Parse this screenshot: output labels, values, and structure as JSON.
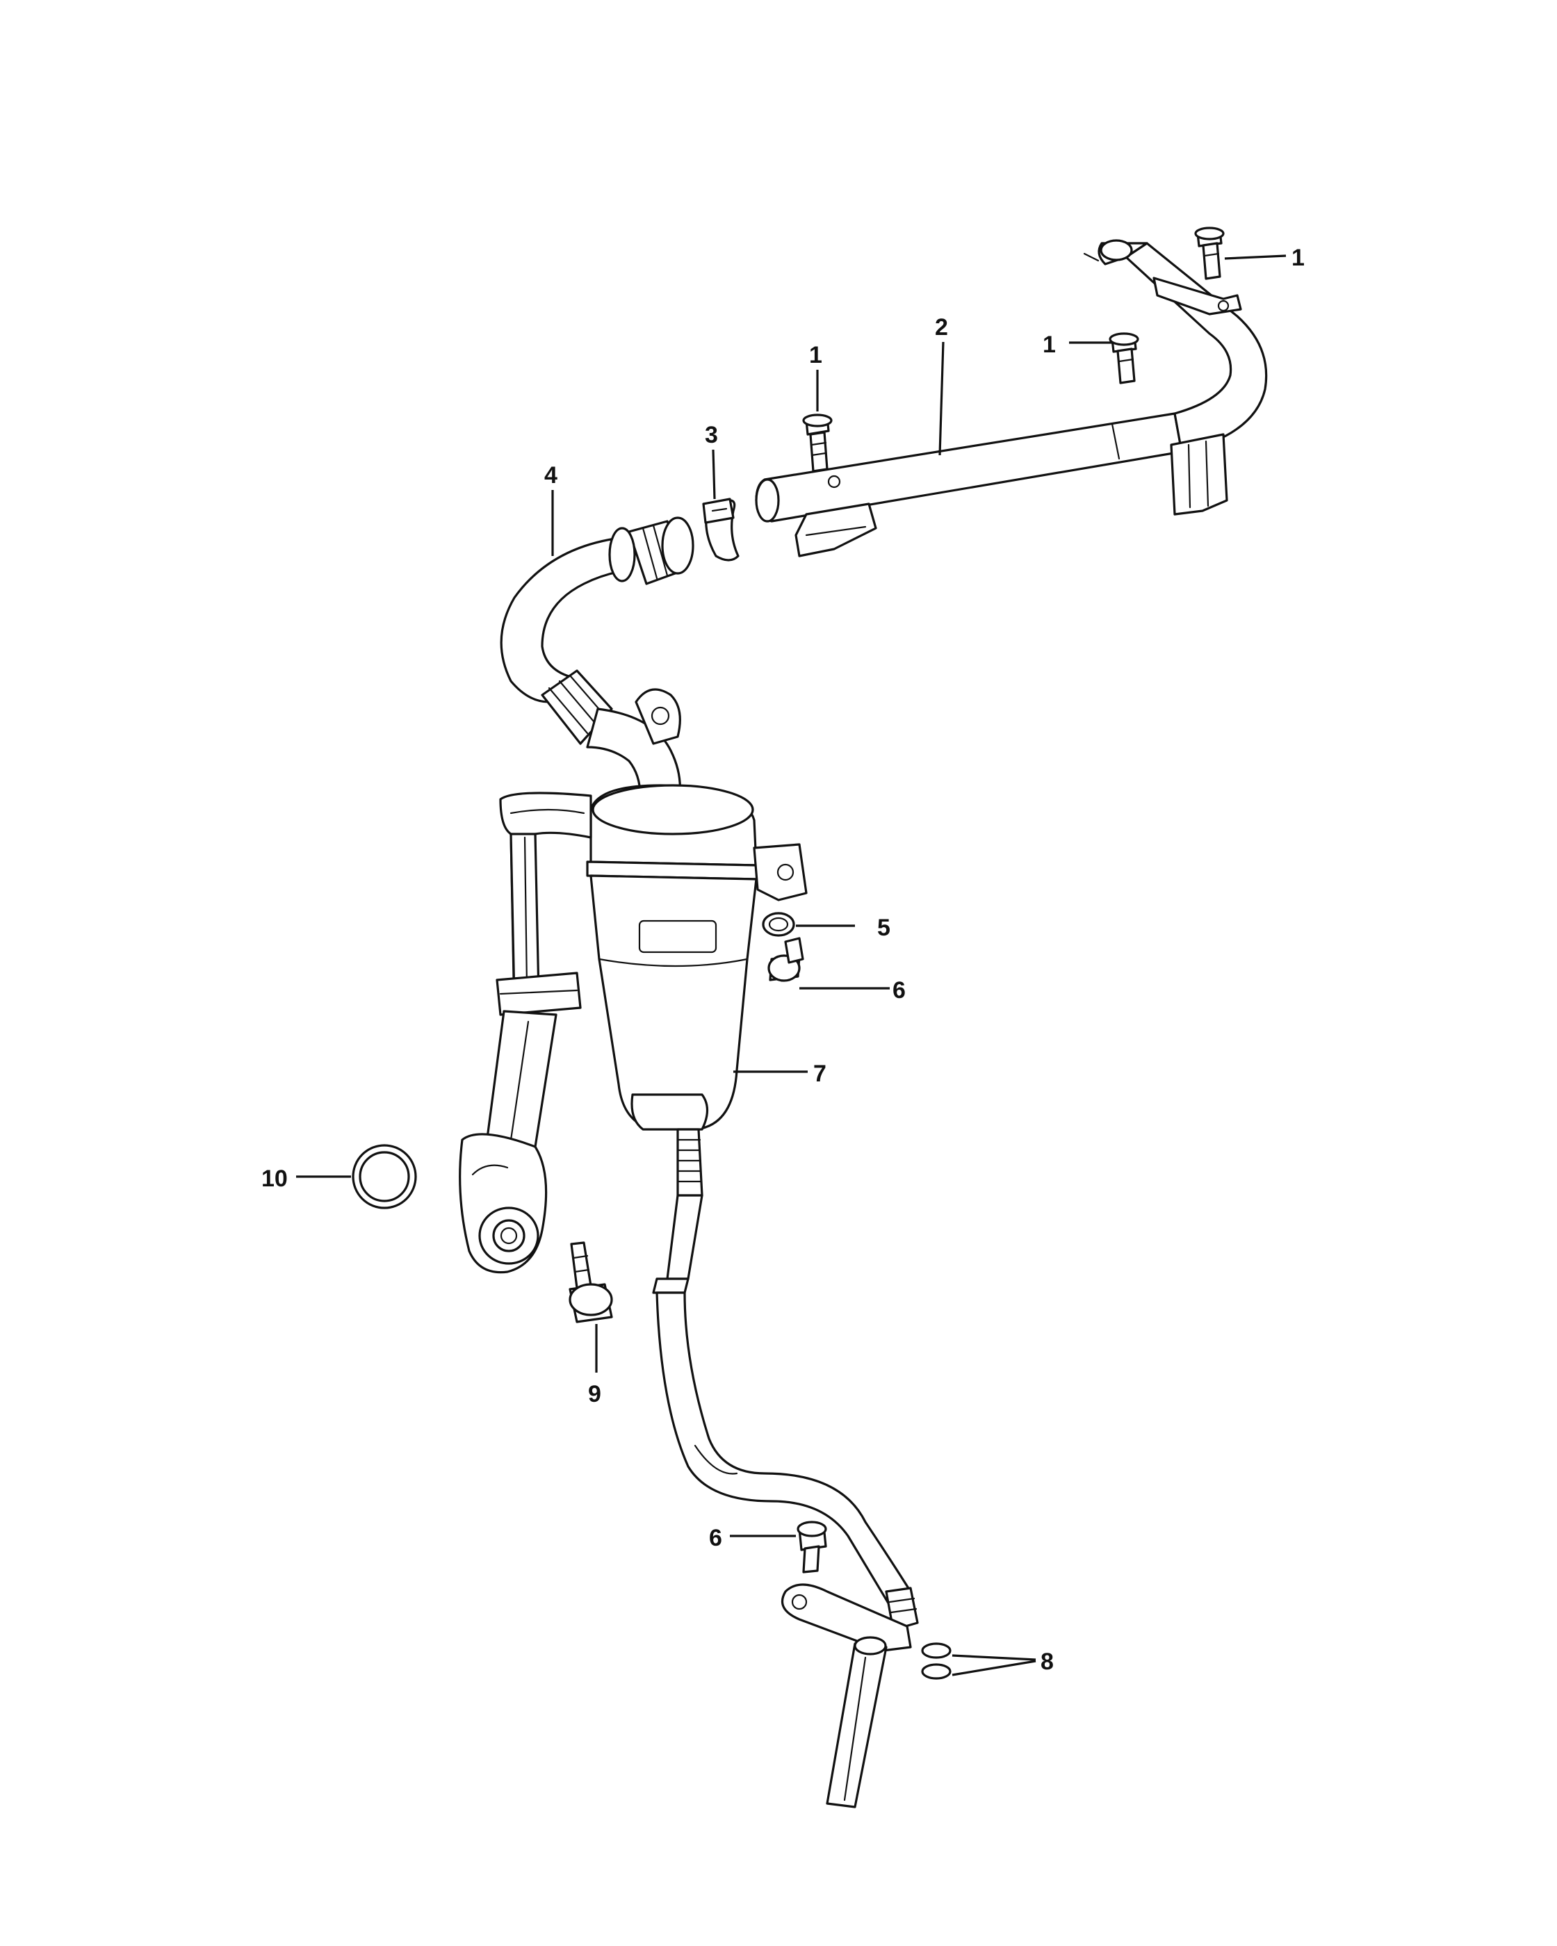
{
  "callouts": [
    {
      "id": "c1a",
      "label": "1"
    },
    {
      "id": "c1b",
      "label": "1"
    },
    {
      "id": "c1c",
      "label": "1"
    },
    {
      "id": "c2",
      "label": "2"
    },
    {
      "id": "c3",
      "label": "3"
    },
    {
      "id": "c4",
      "label": "4"
    },
    {
      "id": "c5",
      "label": "5"
    },
    {
      "id": "c6a",
      "label": "6"
    },
    {
      "id": "c6b",
      "label": "6"
    },
    {
      "id": "c7",
      "label": "7"
    },
    {
      "id": "c8",
      "label": "8"
    },
    {
      "id": "c9",
      "label": "9"
    },
    {
      "id": "c10",
      "label": "10"
    }
  ]
}
